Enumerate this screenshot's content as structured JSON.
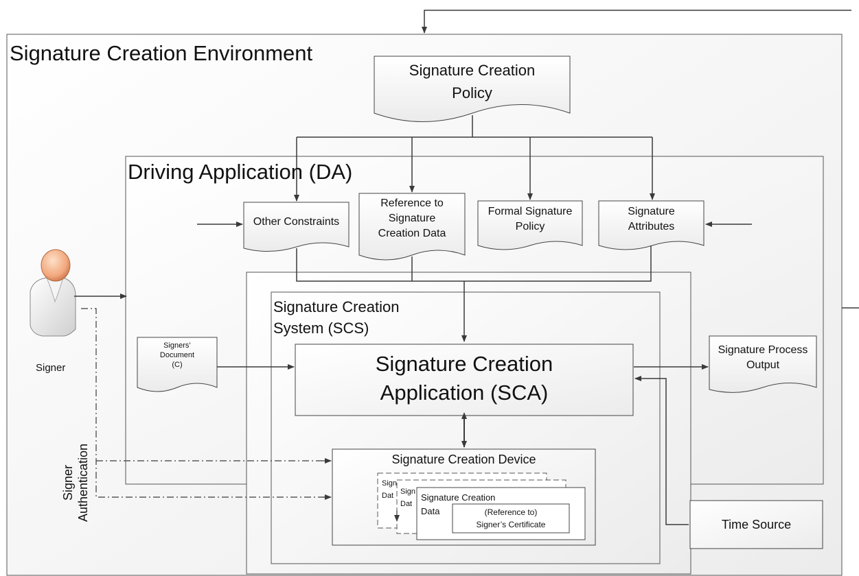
{
  "environment": {
    "title": "Signature Creation Environment"
  },
  "policy": {
    "line1": "Signature Creation",
    "line2": "Policy"
  },
  "driving_application": {
    "title": "Driving Application (DA)"
  },
  "documents": {
    "other_constraints": "Other Constraints",
    "reference_scd": {
      "line1": "Reference to",
      "line2": "Signature",
      "line3": "Creation Data"
    },
    "formal_policy": {
      "line1": "Formal Signature",
      "line2": "Policy"
    },
    "signature_attributes": {
      "line1": "Signature",
      "line2": "Attributes"
    },
    "signers_document": {
      "line1": "Signers’",
      "line2": "Document",
      "line3": "(C)"
    },
    "process_output": {
      "line1": "Signature Process",
      "line2": "Output"
    }
  },
  "scs": {
    "line1": "Signature Creation",
    "line2": "System (SCS)"
  },
  "sca": {
    "line1": "Signature Creation",
    "line2": "Application (SCA)"
  },
  "scdev": {
    "title": "Signature Creation Device",
    "back1": {
      "line1": "Sign",
      "line2": "Dat"
    },
    "back2": {
      "line1": "Sign",
      "line2": "Dat"
    },
    "front_line1": "Signature Creation",
    "front_line2": "Data",
    "cert": {
      "line1": "(Reference to)",
      "line2": "Signer’s Certificate"
    }
  },
  "signer": {
    "label": "Signer",
    "icon": "person-icon"
  },
  "signer_auth": {
    "line1": "Signer",
    "line2": "Authentication"
  },
  "time_source": {
    "label": "Time Source"
  },
  "colors": {
    "line": "#3a3a3a",
    "fill_top": "#ffffff",
    "fill_bottom": "#e9e9e9"
  }
}
